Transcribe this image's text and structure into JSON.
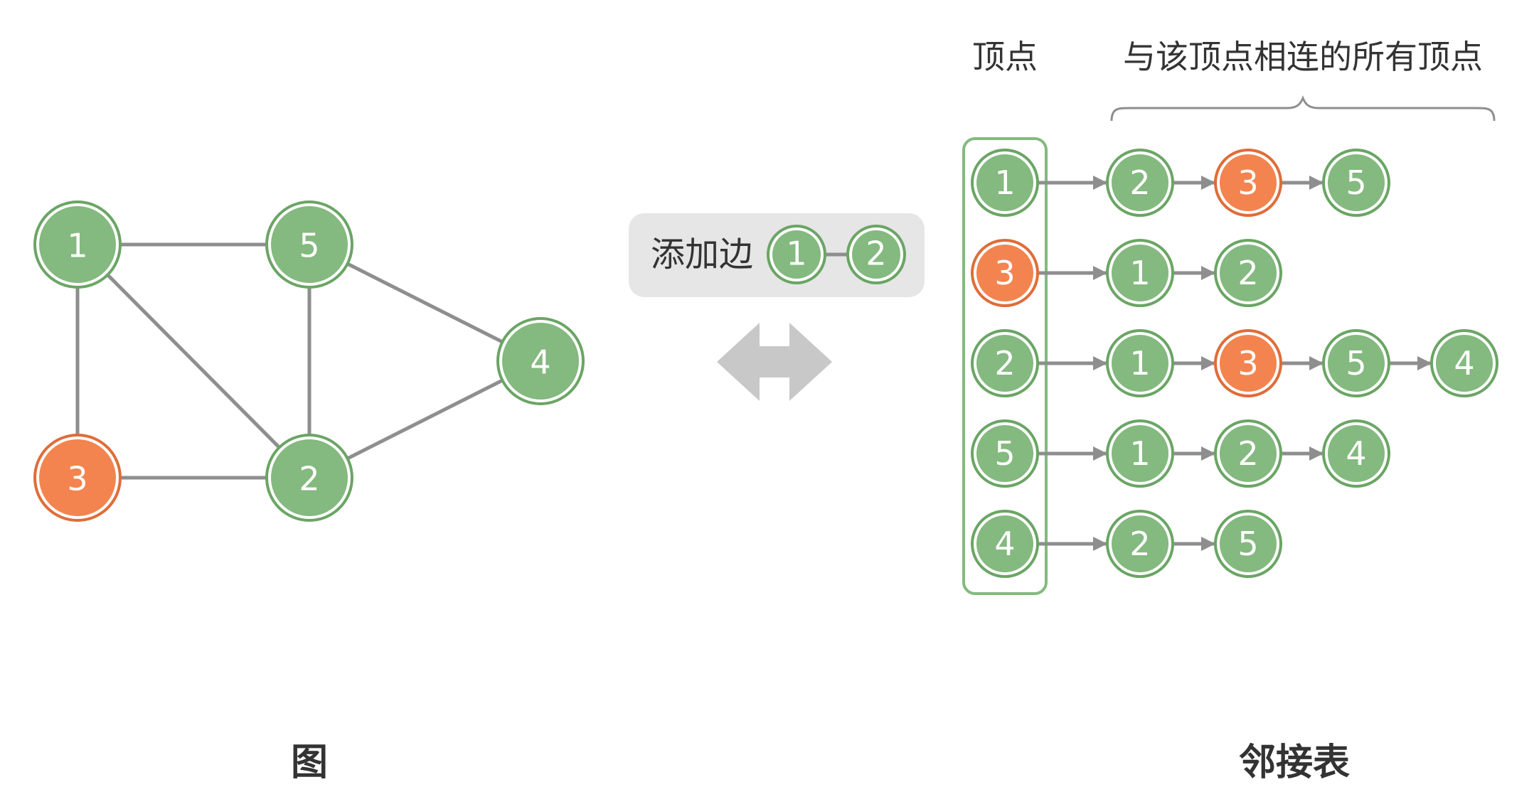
{
  "colors": {
    "green_fill": "#84b97f",
    "green_stroke": "#6aa564",
    "orange_fill": "#f3844f",
    "orange_stroke": "#e06c38",
    "edge": "#8e8e8e",
    "badge_bg": "#e6e6e6",
    "arrow_gray": "#c8c8c8",
    "text": "#333333"
  },
  "highlight_vertex": "3",
  "graph": {
    "caption": "图",
    "vertices": [
      "1",
      "5",
      "4",
      "3",
      "2"
    ],
    "edges": [
      [
        "1",
        "5"
      ],
      [
        "1",
        "3"
      ],
      [
        "1",
        "2"
      ],
      [
        "5",
        "2"
      ],
      [
        "5",
        "4"
      ],
      [
        "3",
        "2"
      ],
      [
        "2",
        "4"
      ]
    ]
  },
  "operation": {
    "label": "添加边",
    "edge": [
      "1",
      "2"
    ],
    "arrow_icon": "double-arrow-icon"
  },
  "adjacency_list": {
    "caption": "邻接表",
    "vertex_header": "顶点",
    "neighbors_header": "与该顶点相连的所有顶点",
    "rows": [
      {
        "vertex": "1",
        "neighbors": [
          "2",
          "3",
          "5"
        ]
      },
      {
        "vertex": "3",
        "neighbors": [
          "1",
          "2"
        ]
      },
      {
        "vertex": "2",
        "neighbors": [
          "1",
          "3",
          "5",
          "4"
        ]
      },
      {
        "vertex": "5",
        "neighbors": [
          "1",
          "2",
          "4"
        ]
      },
      {
        "vertex": "4",
        "neighbors": [
          "2",
          "5"
        ]
      }
    ]
  }
}
